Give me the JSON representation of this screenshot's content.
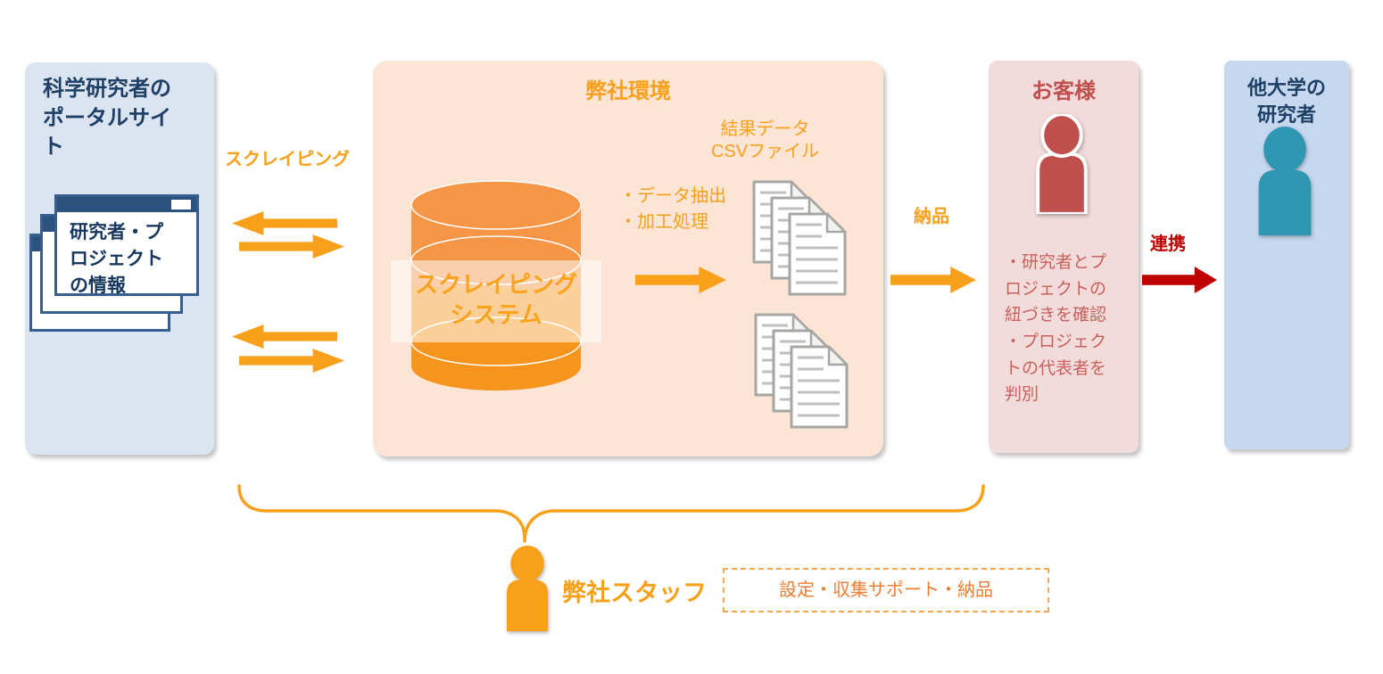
{
  "portal": {
    "title": "科学研究者のポータルサイト",
    "window_text": "研究者・プロジェクトの情報"
  },
  "company_env": {
    "title": "弊社環境",
    "system_label": "スクレイピング\nシステム",
    "process_notes": "・データ抽出\n・加工処理",
    "result_label": "結果データ\nCSVファイル"
  },
  "customer": {
    "title": "お客様",
    "notes": "・研究者とプロジェクトの紐づきを確認\n・プロジェクトの代表者を判別"
  },
  "university": {
    "title": "他大学の\n研究者"
  },
  "staff": {
    "label": "弊社スタッフ",
    "tasks": "設定・収集サポート・納品"
  },
  "flow_labels": {
    "scraping": "スクレイピング",
    "delivery": "納品",
    "linkage": "連携"
  },
  "colors": {
    "orange": "#F9A01B",
    "orange_dark": "#ED7D31",
    "cylinder_light": "#F79646",
    "cylinder_dark": "#F7941D",
    "peach_bg": "#FCE5D5",
    "portal_bg": "#DBE5F1",
    "navy": "#1F4066",
    "window_bar": "#2C5380",
    "customer_bg": "#F2DCDB",
    "brick_red": "#C0504D",
    "dark_red": "#C00000",
    "university_bg": "#C6D8F0",
    "teal": "#2F97B2"
  }
}
